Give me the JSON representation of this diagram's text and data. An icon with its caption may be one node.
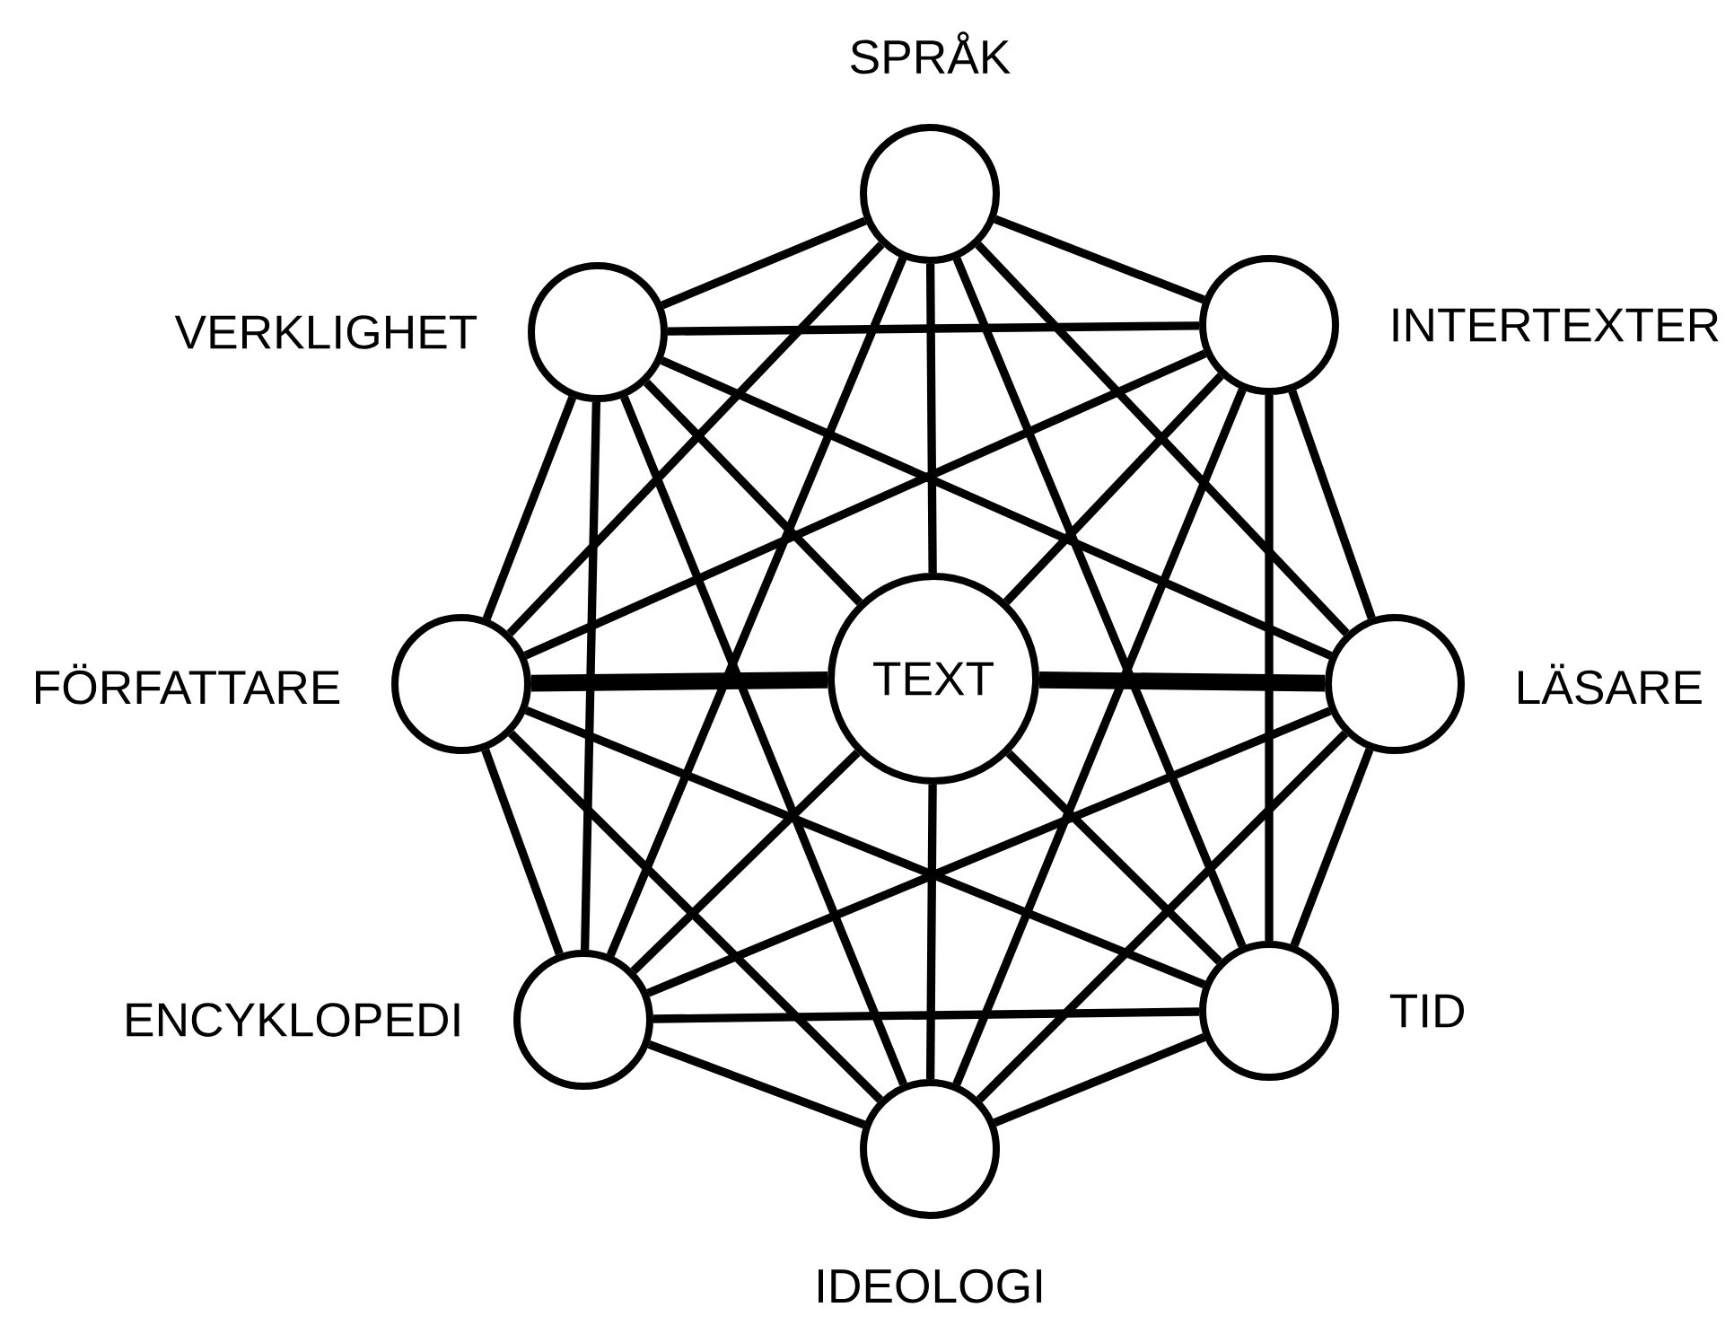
{
  "diagram": {
    "nodes": [
      {
        "text": [
          "SPRÅK"
        ]
      },
      {
        "text": [
          "VERKLIGHET"
        ]
      },
      {
        "text": [
          "INTERTEXTER"
        ]
      },
      {
        "text": [
          "FÖRFATTARE"
        ]
      },
      {
        "text": [
          "TEXT"
        ]
      },
      {
        "text": [
          "LÄSARE"
        ]
      },
      {
        "text": [
          "ENCYKLOPEDI"
        ]
      },
      {
        "text": [
          "TID"
        ]
      },
      {
        "text": [
          "IDEOLOGI"
        ]
      }
    ],
    "edges": [
      {
        "from": 4,
        "to": 0,
        "arrow": "none"
      },
      {
        "from": 4,
        "to": 1,
        "arrow": "none"
      },
      {
        "from": 4,
        "to": 2,
        "arrow": "none"
      },
      {
        "from": 4,
        "to": 3,
        "arrow": "none",
        "style": "thick"
      },
      {
        "from": 4,
        "to": 5,
        "arrow": "none",
        "style": "thick"
      },
      {
        "from": 4,
        "to": 6,
        "arrow": "none"
      },
      {
        "from": 4,
        "to": 7,
        "arrow": "none"
      },
      {
        "from": 4,
        "to": 8,
        "arrow": "none"
      },
      {
        "from": 0,
        "to": 1,
        "arrow": "none"
      },
      {
        "from": 0,
        "to": 2,
        "arrow": "none"
      },
      {
        "from": 0,
        "to": 3,
        "arrow": "none"
      },
      {
        "from": 0,
        "to": 5,
        "arrow": "none"
      },
      {
        "from": 0,
        "to": 6,
        "arrow": "none"
      },
      {
        "from": 0,
        "to": 7,
        "arrow": "none"
      },
      {
        "from": 1,
        "to": 2,
        "arrow": "none"
      },
      {
        "from": 1,
        "to": 3,
        "arrow": "none"
      },
      {
        "from": 1,
        "to": 5,
        "arrow": "none"
      },
      {
        "from": 1,
        "to": 6,
        "arrow": "none"
      },
      {
        "from": 1,
        "to": 8,
        "arrow": "none"
      },
      {
        "from": 2,
        "to": 3,
        "arrow": "none"
      },
      {
        "from": 2,
        "to": 5,
        "arrow": "none"
      },
      {
        "from": 2,
        "to": 7,
        "arrow": "none"
      },
      {
        "from": 2,
        "to": 8,
        "arrow": "none"
      },
      {
        "from": 3,
        "to": 6,
        "arrow": "none"
      },
      {
        "from": 3,
        "to": 7,
        "arrow": "none"
      },
      {
        "from": 3,
        "to": 8,
        "arrow": "none"
      },
      {
        "from": 5,
        "to": 6,
        "arrow": "none"
      },
      {
        "from": 5,
        "to": 7,
        "arrow": "none"
      },
      {
        "from": 5,
        "to": 8,
        "arrow": "none"
      },
      {
        "from": 6,
        "to": 7,
        "arrow": "none"
      },
      {
        "from": 6,
        "to": 8,
        "arrow": "none"
      },
      {
        "from": 7,
        "to": 8,
        "arrow": "none"
      }
    ]
  }
}
